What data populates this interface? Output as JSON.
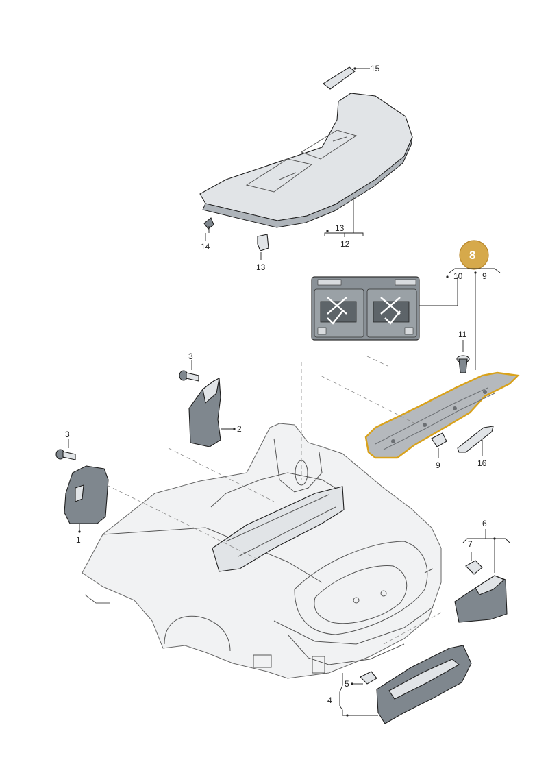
{
  "callouts": {
    "c1": "1",
    "c2": "2",
    "c3a": "3",
    "c3b": "3",
    "c4": "4",
    "c5": "5",
    "c6": "6",
    "c7": "7",
    "c8": "8",
    "c9a": "9",
    "c9b": "9",
    "c10": "10",
    "c11": "11",
    "c12": "12",
    "c13a": "13",
    "c13b": "13",
    "c14": "14",
    "c15": "15",
    "c16": "16"
  },
  "colors": {
    "highlight": "#d9a21b",
    "badge": "#d6a94b",
    "part_fill": "#e1e4e7",
    "part_dark": "#7f878e"
  },
  "icons": {
    "parcel_shelf": "parcel-shelf-icon",
    "warning_label": "warning-label-icon",
    "crossmember": "crossmember-icon"
  }
}
